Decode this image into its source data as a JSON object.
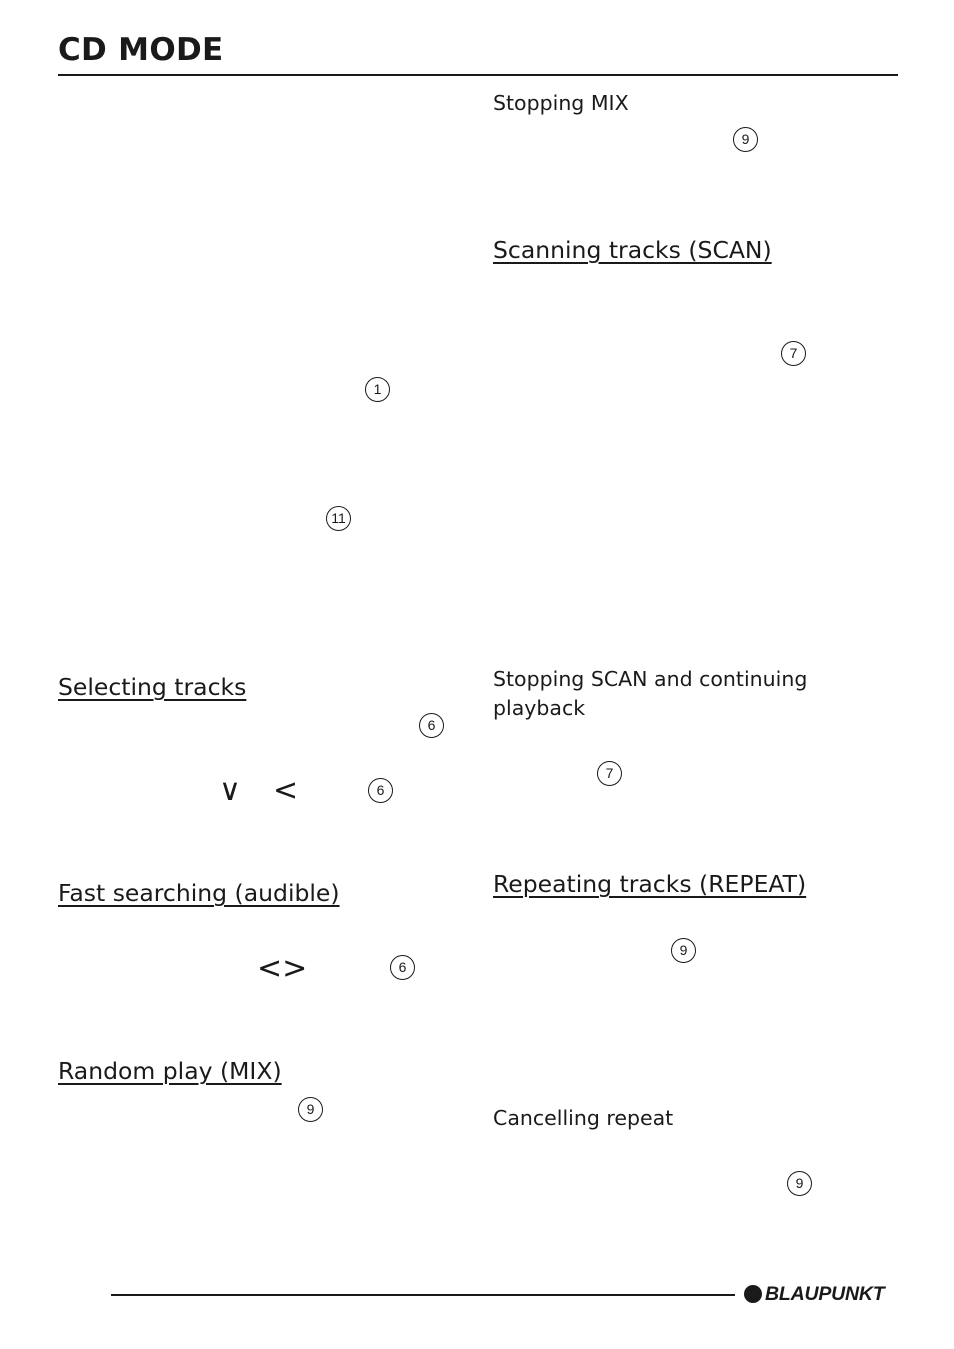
{
  "header": {
    "title": "CD MODE"
  },
  "left_column": {
    "callouts_top": [
      "1",
      "11"
    ],
    "selecting": {
      "heading": "Selecting tracks",
      "callout_a": "6",
      "glyph_down": "∨",
      "glyph_left": "<",
      "callout_b": "6"
    },
    "fast_search": {
      "heading": "Fast searching (audible)",
      "glyph_lr": "<>",
      "callout": "6"
    },
    "mix": {
      "heading": "Random play (MIX)",
      "callout": "9"
    }
  },
  "right_column": {
    "stop_mix": {
      "heading": "Stopping MIX",
      "callout": "9"
    },
    "scan": {
      "heading": "Scanning tracks (SCAN)",
      "callout": "7"
    },
    "stop_scan": {
      "heading": "Stopping SCAN and continuing playback",
      "callout": "7"
    },
    "repeat": {
      "heading": "Repeating tracks (REPEAT)",
      "callout": "9"
    },
    "cancel_repeat": {
      "heading": "Cancelling repeat",
      "callout": "9"
    }
  },
  "footer": {
    "brand": "BLAUPUNKT"
  }
}
